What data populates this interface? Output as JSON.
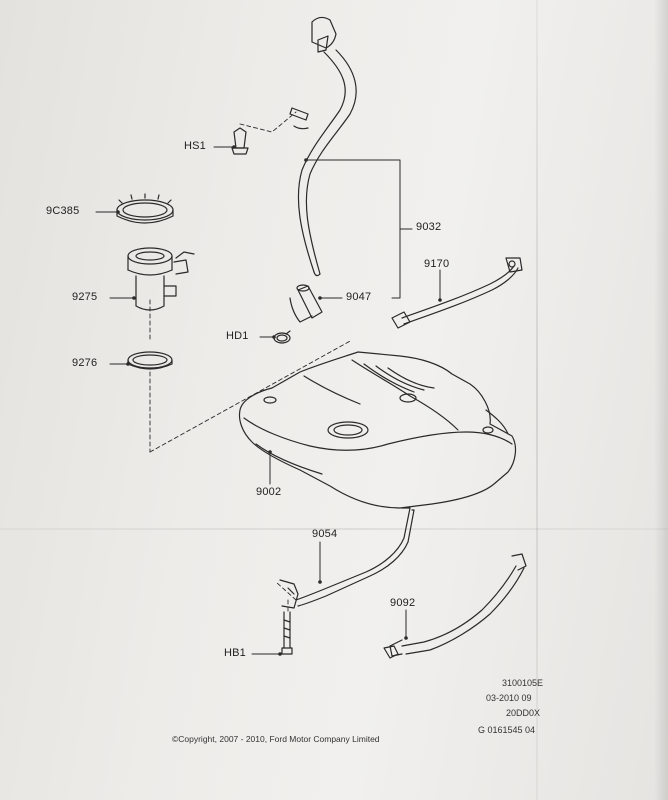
{
  "parts": {
    "hs1": "HS1",
    "p9c385": "9C385",
    "p9275": "9275",
    "p9276": "9276",
    "hd1": "HD1",
    "p9032": "9032",
    "p9170": "9170",
    "p9047": "9047",
    "p9002": "9002",
    "p9054": "9054",
    "p9092": "9092",
    "hb1": "HB1"
  },
  "reference": {
    "line1": "3100105E",
    "line2": "03-2010 09",
    "line3": "20DD0X",
    "line4": "G 0161545 04"
  },
  "copyright": "©Copyright, 2007 - 2010, Ford Motor Company Limited"
}
